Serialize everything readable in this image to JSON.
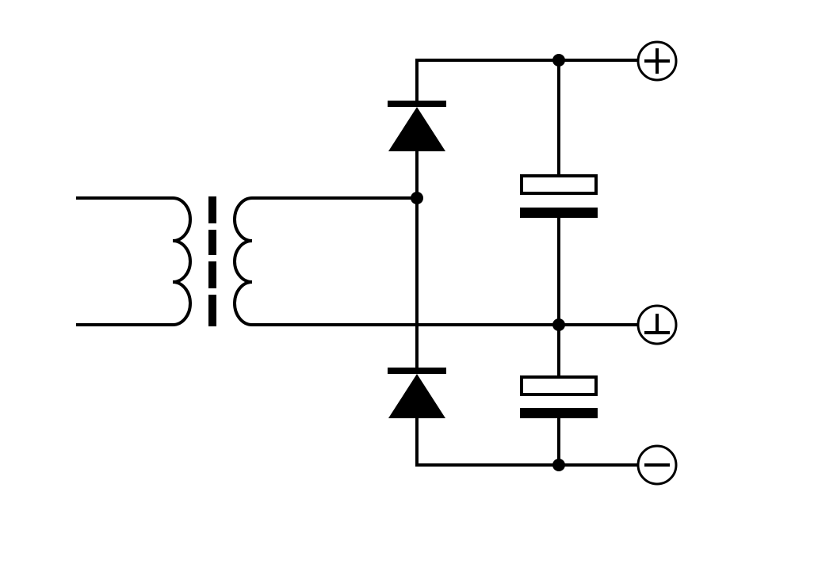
{
  "diagram": {
    "type": "circuit-schematic",
    "components": [
      {
        "kind": "transformer",
        "id": "T1",
        "primary_turns_shown": 3,
        "secondary_turns_shown": 3,
        "core": "dashed-iron-core"
      },
      {
        "kind": "diode",
        "id": "D-upper",
        "orientation": "cathode-up"
      },
      {
        "kind": "diode",
        "id": "D-lower",
        "orientation": "cathode-up"
      },
      {
        "kind": "polarized-capacitor",
        "id": "C-upper"
      },
      {
        "kind": "polarized-capacitor",
        "id": "C-lower"
      }
    ],
    "terminals": [
      {
        "id": "positive",
        "symbol": "plus"
      },
      {
        "id": "ground",
        "symbol": "ground"
      },
      {
        "id": "negative",
        "symbol": "minus"
      }
    ],
    "colors": {
      "line": "#000000",
      "background": "#ffffff"
    }
  }
}
